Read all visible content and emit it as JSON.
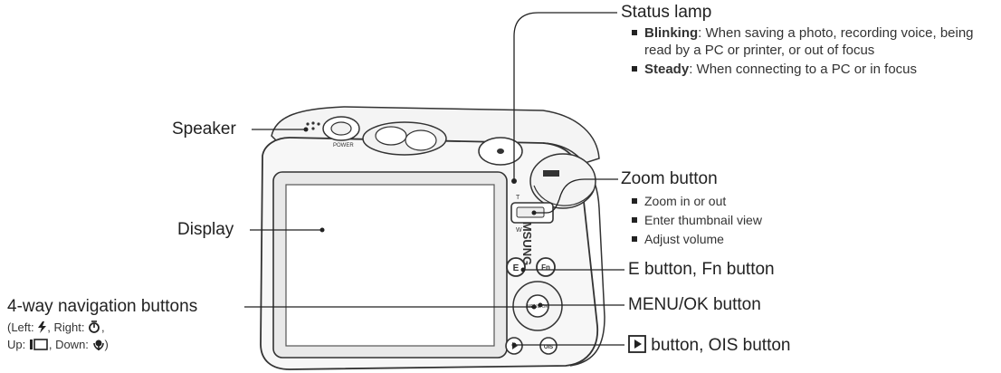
{
  "labels": {
    "status_lamp": "Status lamp",
    "speaker": "Speaker",
    "display": "Display",
    "zoom_button": "Zoom button",
    "e_fn_button": "E button, Fn button",
    "menu_ok_button": "MENU/OK button",
    "nav_buttons": "4-way navigation buttons",
    "ois_button_suffix": "button, OIS button"
  },
  "status_lamp_notes": [
    {
      "term": "Blinking",
      "text": ": When saving a photo, recording voice, being read by a PC or printer, or out of focus"
    },
    {
      "term": "Steady",
      "text": ": When connecting to a PC or in focus"
    }
  ],
  "zoom_notes": [
    "Zoom in or out",
    "Enter thumbnail view",
    "Adjust volume"
  ],
  "nav_notes": {
    "line1_left": "(Left: ",
    "line1_mid": ", Right: ",
    "line1_end": ",",
    "line2_left": "Up: ",
    "line2_mid": ", Down: ",
    "line2_end": ")"
  },
  "camera": {
    "brand": "SAMSUNG",
    "power_label": "POWER",
    "menu_label": "MENU OK",
    "ois_label": "OIS",
    "e_label": "E",
    "fn_label": "Fn",
    "zoom_t": "T",
    "zoom_w": "W"
  }
}
